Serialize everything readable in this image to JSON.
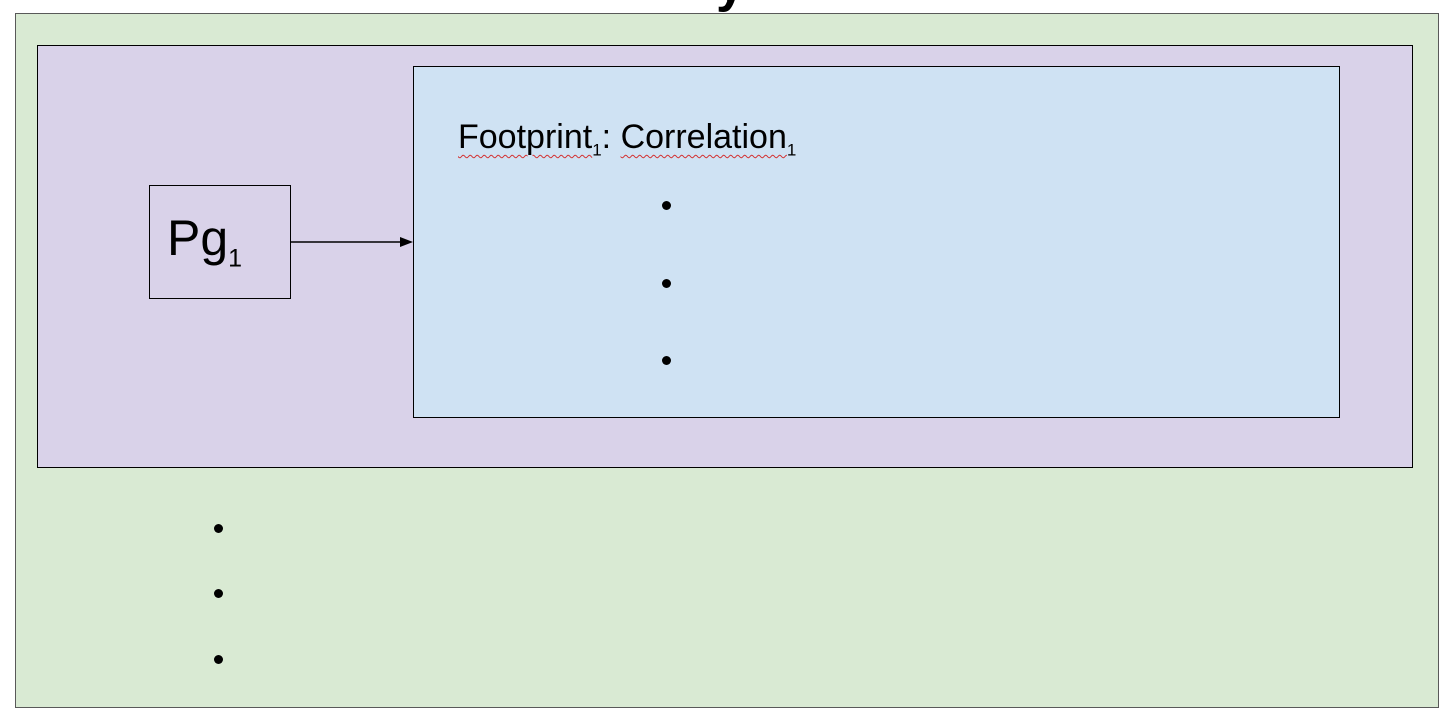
{
  "title_glyph": "y",
  "page_node": {
    "label": "Pg",
    "subscript": "1"
  },
  "footprint_node": {
    "footprint_label": "Footprint",
    "footprint_subscript": "1",
    "separator": ": ",
    "correlation_label": "Correlation",
    "correlation_subscript": "1"
  },
  "colors": {
    "outer_fill": "#d9ead3",
    "page_fill": "#d9d2e9",
    "footprint_fill": "#cfe2f3",
    "spellcheck_underline": "#d32f2f"
  },
  "ellipsis_inner": [
    "•",
    "•",
    "•"
  ],
  "ellipsis_outer": [
    "•",
    "•",
    "•"
  ]
}
